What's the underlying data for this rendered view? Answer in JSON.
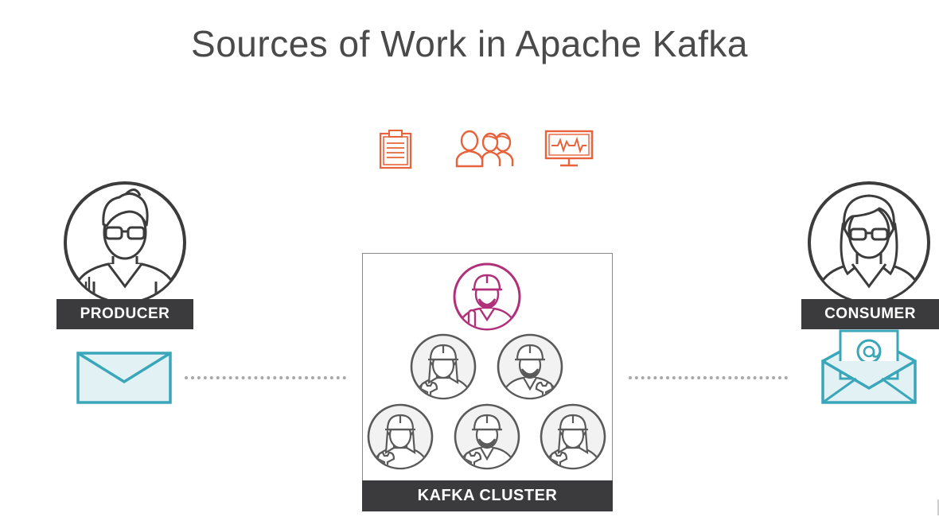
{
  "slide": {
    "title": "Sources of Work in Apache Kafka"
  },
  "labels": {
    "producer": "PRODUCER",
    "consumer": "CONSUMER",
    "cluster": "KAFKA CLUSTER"
  },
  "icons": {
    "sources": [
      "clipboard-icon",
      "users-group-icon",
      "monitor-heartbeat-icon"
    ],
    "producer_avatar": "man-with-glasses-avatar-icon",
    "consumer_avatar": "woman-with-glasses-avatar-icon",
    "producer_message": "envelope-icon",
    "consumer_message": "open-envelope-email-icon",
    "cluster_lead": "lead-engineer-icon",
    "cluster_workers": [
      "female-engineer-icon",
      "male-engineer-icon",
      "female-engineer-icon",
      "male-engineer-icon",
      "female-engineer-icon"
    ]
  },
  "colors": {
    "orange_accent": "#e8623c",
    "teal_accent": "#3aa6b9",
    "magenta_accent": "#b0307a",
    "dark_label": "#3b3b3d",
    "outline": "#3c3c3c",
    "worker_gray": "#5a5a5a"
  }
}
